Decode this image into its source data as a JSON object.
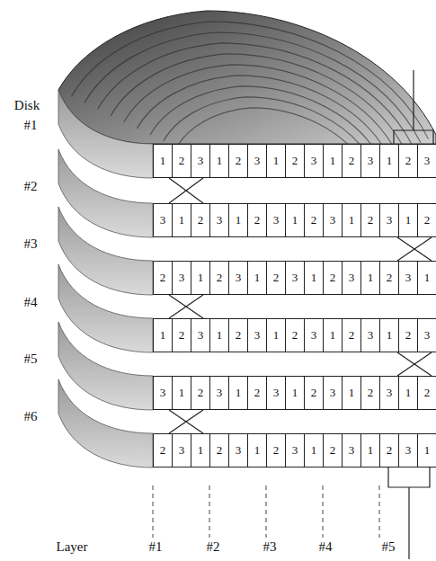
{
  "diagram": {
    "labels": [
      "Disk",
      "#1",
      "1",
      "2",
      "3",
      "1",
      "2",
      "3",
      "1",
      "2",
      "3",
      "1",
      "2",
      "3",
      "1",
      "2",
      "3",
      "#2",
      "3",
      "1",
      "2",
      "3",
      "1",
      "2",
      "3",
      "1",
      "2",
      "3",
      "1",
      "2",
      "3",
      "1",
      "2",
      "#3",
      "2",
      "3",
      "1",
      "2",
      "3",
      "1",
      "2",
      "3",
      "1",
      "2",
      "3",
      "1",
      "2",
      "3",
      "1",
      "#4",
      "1",
      "2",
      "3",
      "1",
      "2",
      "3",
      "1",
      "2",
      "3",
      "1",
      "2",
      "3",
      "1",
      "2",
      "3",
      "#5",
      "3",
      "1",
      "2",
      "3",
      "1",
      "2",
      "3",
      "1",
      "2",
      "3",
      "1",
      "2",
      "3",
      "1",
      "2",
      "#6",
      "2",
      "3",
      "1",
      "2",
      "3",
      "1",
      "2",
      "3",
      "1",
      "2",
      "3",
      "1",
      "2",
      "3",
      "1",
      "Layer",
      "#1",
      "#2",
      "#3",
      "#4",
      "#5"
    ]
  }
}
